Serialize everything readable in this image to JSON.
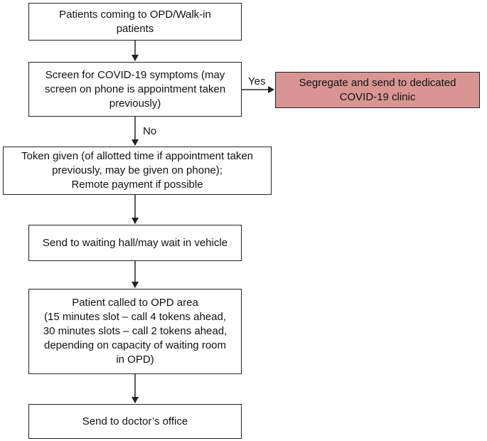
{
  "flowchart": {
    "nodes": {
      "arrival": {
        "lines": [
          "Patients coming to OPD/Walk-in",
          "patients"
        ]
      },
      "screen": {
        "lines": [
          "Screen for COVID-19 symptoms (may",
          "screen on phone is appointment taken",
          "previously)"
        ]
      },
      "segregate": {
        "lines": [
          "Segregate and send to dedicated",
          "COVID-19 clinic"
        ]
      },
      "token": {
        "lines": [
          "Token given (of allotted time if appointment taken",
          "previously, may be given on phone);",
          "Remote payment if possible"
        ]
      },
      "waiting": {
        "lines": [
          "Send to waiting hall/may wait in vehicle"
        ]
      },
      "called": {
        "lines": [
          "Patient called to OPD area",
          "(15 minutes slot – call 4 tokens ahead,",
          "30 minutes slots – call 2 tokens ahead,",
          "depending on capacity of waiting room",
          "in OPD)"
        ]
      },
      "doctor": {
        "lines": [
          "Send to doctor’s office"
        ]
      }
    },
    "edge_labels": {
      "yes": "Yes",
      "no": "No"
    },
    "colors": {
      "highlight_fill": "#d99594",
      "stroke": "#222222"
    }
  }
}
